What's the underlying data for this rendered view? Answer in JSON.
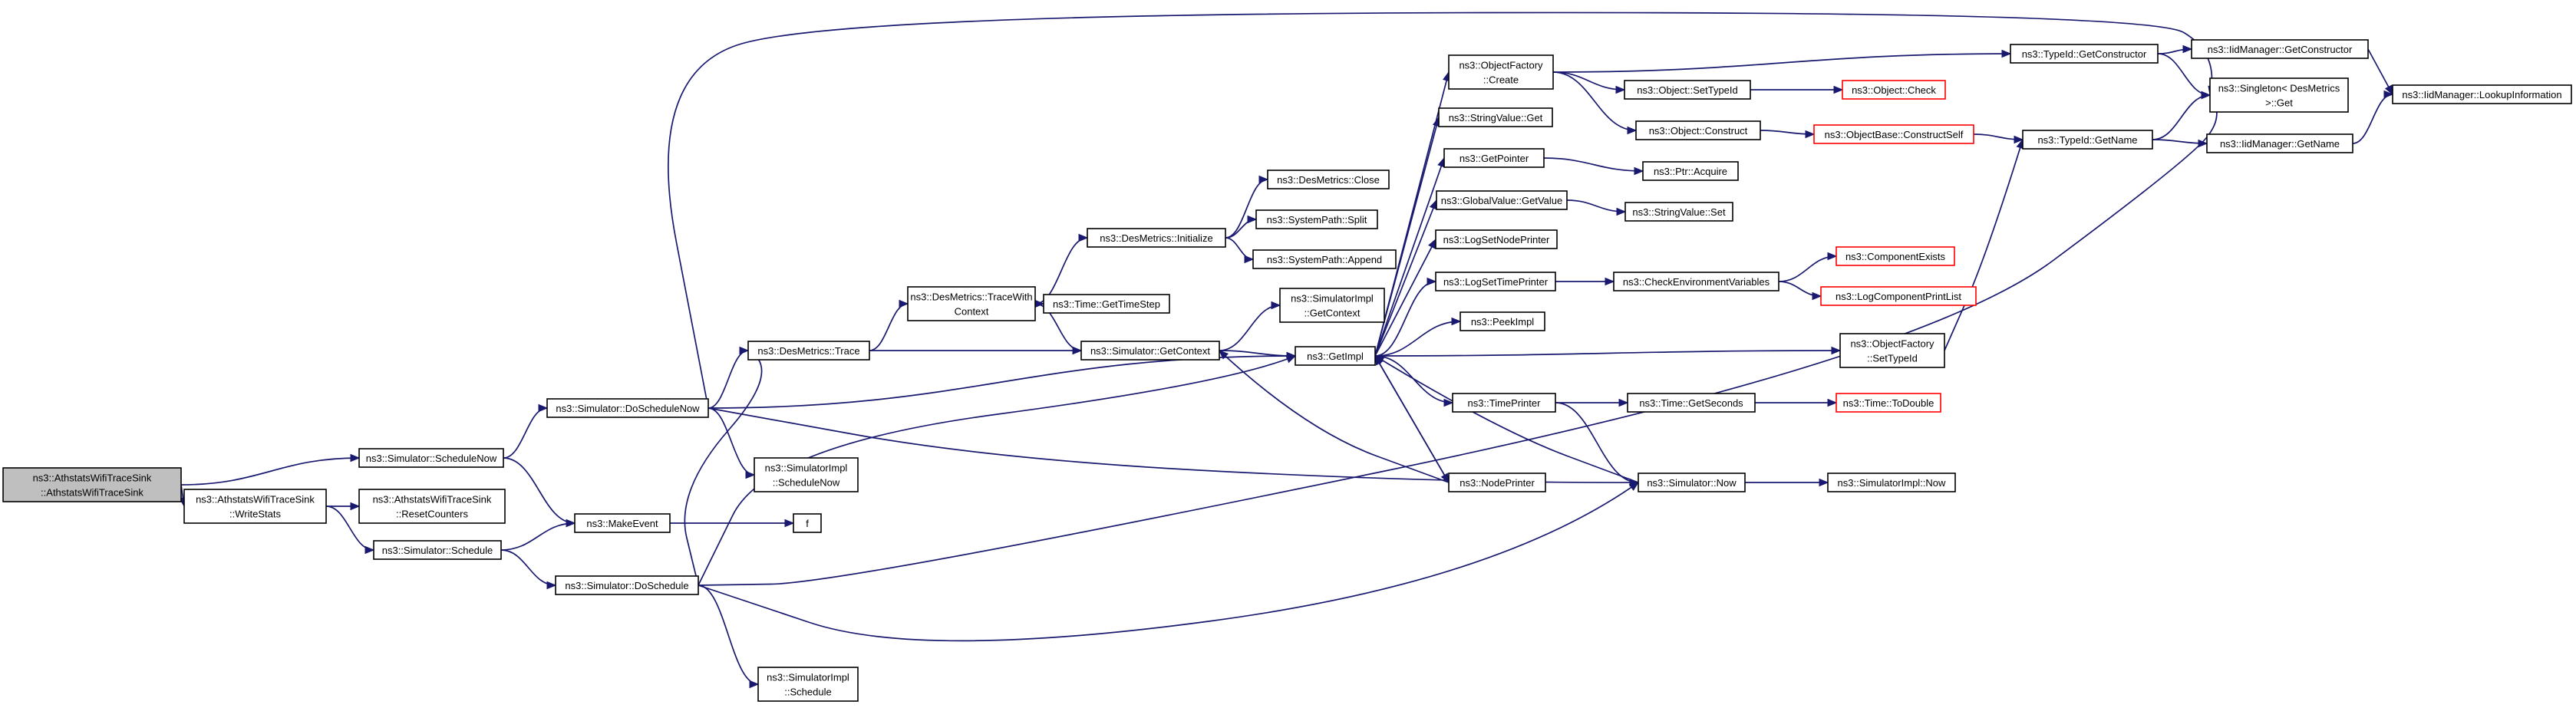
{
  "nodes": [
    {
      "id": "root",
      "lines": [
        "ns3::AthstatsWifiTraceSink",
        "::AthstatsWifiTraceSink"
      ],
      "style": "root"
    },
    {
      "id": "writestats",
      "lines": [
        "ns3::AthstatsWifiTraceSink",
        "::WriteStats"
      ],
      "style": "normal"
    },
    {
      "id": "schedulenow",
      "lines": [
        "ns3::Simulator::ScheduleNow"
      ],
      "style": "normal"
    },
    {
      "id": "resetcounters",
      "lines": [
        "ns3::AthstatsWifiTraceSink",
        "::ResetCounters"
      ],
      "style": "normal"
    },
    {
      "id": "schedule",
      "lines": [
        "ns3::Simulator::Schedule"
      ],
      "style": "normal"
    },
    {
      "id": "makeevent",
      "lines": [
        "ns3::MakeEvent"
      ],
      "style": "normal"
    },
    {
      "id": "f",
      "lines": [
        "f"
      ],
      "style": "normal"
    },
    {
      "id": "doschedulenow",
      "lines": [
        "ns3::Simulator::DoScheduleNow"
      ],
      "style": "normal"
    },
    {
      "id": "doschedule",
      "lines": [
        "ns3::Simulator::DoSchedule"
      ],
      "style": "normal"
    },
    {
      "id": "simimpl_schedulenow",
      "lines": [
        "ns3::SimulatorImpl",
        "::ScheduleNow"
      ],
      "style": "normal"
    },
    {
      "id": "simimpl_schedule",
      "lines": [
        "ns3::SimulatorImpl",
        "::Schedule"
      ],
      "style": "normal"
    },
    {
      "id": "desmetrics_trace",
      "lines": [
        "ns3::DesMetrics::Trace"
      ],
      "style": "normal"
    },
    {
      "id": "desmetrics_tracewith",
      "lines": [
        "ns3::DesMetrics::TraceWith",
        "Context"
      ],
      "style": "normal"
    },
    {
      "id": "getcontext",
      "lines": [
        "ns3::Simulator::GetContext"
      ],
      "style": "normal"
    },
    {
      "id": "gettimestep",
      "lines": [
        "ns3::Time::GetTimeStep"
      ],
      "style": "normal"
    },
    {
      "id": "desmetrics_initialize",
      "lines": [
        "ns3::DesMetrics::Initialize"
      ],
      "style": "normal"
    },
    {
      "id": "desmetrics_close",
      "lines": [
        "ns3::DesMetrics::Close"
      ],
      "style": "normal"
    },
    {
      "id": "systempath_split",
      "lines": [
        "ns3::SystemPath::Split"
      ],
      "style": "normal"
    },
    {
      "id": "systempath_append",
      "lines": [
        "ns3::SystemPath::Append"
      ],
      "style": "normal"
    },
    {
      "id": "simimpl_getcontext",
      "lines": [
        "ns3::SimulatorImpl",
        "::GetContext"
      ],
      "style": "normal"
    },
    {
      "id": "getimpl",
      "lines": [
        "ns3::GetImpl"
      ],
      "style": "normal"
    },
    {
      "id": "objectfactory_create",
      "lines": [
        "ns3::ObjectFactory",
        "::Create"
      ],
      "style": "normal"
    },
    {
      "id": "stringvalue_get",
      "lines": [
        "ns3::StringValue::Get"
      ],
      "style": "normal"
    },
    {
      "id": "getpointer",
      "lines": [
        "ns3::GetPointer"
      ],
      "style": "normal"
    },
    {
      "id": "globalvalue_getvalue",
      "lines": [
        "ns3::GlobalValue::GetValue"
      ],
      "style": "normal"
    },
    {
      "id": "logsetnodeprinter",
      "lines": [
        "ns3::LogSetNodePrinter"
      ],
      "style": "normal"
    },
    {
      "id": "logsettimeprinter",
      "lines": [
        "ns3::LogSetTimePrinter"
      ],
      "style": "normal"
    },
    {
      "id": "peekimpl",
      "lines": [
        "ns3::PeekImpl"
      ],
      "style": "normal"
    },
    {
      "id": "timeprinter",
      "lines": [
        "ns3::TimePrinter"
      ],
      "style": "normal"
    },
    {
      "id": "nodeprinter",
      "lines": [
        "ns3::NodePrinter"
      ],
      "style": "normal"
    },
    {
      "id": "simulator_now",
      "lines": [
        "ns3::Simulator::Now"
      ],
      "style": "normal"
    },
    {
      "id": "simimpl_now",
      "lines": [
        "ns3::SimulatorImpl::Now"
      ],
      "style": "normal"
    },
    {
      "id": "object_settypeid",
      "lines": [
        "ns3::Object::SetTypeId"
      ],
      "style": "normal"
    },
    {
      "id": "object_construct",
      "lines": [
        "ns3::Object::Construct"
      ],
      "style": "normal"
    },
    {
      "id": "object_check",
      "lines": [
        "ns3::Object::Check"
      ],
      "style": "red"
    },
    {
      "id": "objectbase_constructself",
      "lines": [
        "ns3::ObjectBase::ConstructSelf"
      ],
      "style": "red"
    },
    {
      "id": "ptr_acquire",
      "lines": [
        "ns3::Ptr::Acquire"
      ],
      "style": "normal"
    },
    {
      "id": "stringvalue_set",
      "lines": [
        "ns3::StringValue::Set"
      ],
      "style": "normal"
    },
    {
      "id": "checkenv",
      "lines": [
        "ns3::CheckEnvironmentVariables"
      ],
      "style": "normal"
    },
    {
      "id": "componentexists",
      "lines": [
        "ns3::ComponentExists"
      ],
      "style": "red"
    },
    {
      "id": "logcomponentprintlist",
      "lines": [
        "ns3::LogComponentPrintList"
      ],
      "style": "red"
    },
    {
      "id": "time_getseconds",
      "lines": [
        "ns3::Time::GetSeconds"
      ],
      "style": "normal"
    },
    {
      "id": "time_todouble",
      "lines": [
        "ns3::Time::ToDouble"
      ],
      "style": "red"
    },
    {
      "id": "typeid_getconstructor",
      "lines": [
        "ns3::TypeId::GetConstructor"
      ],
      "style": "normal"
    },
    {
      "id": "typeid_getname",
      "lines": [
        "ns3::TypeId::GetName"
      ],
      "style": "normal"
    },
    {
      "id": "objectfactory_settypeid",
      "lines": [
        "ns3::ObjectFactory",
        "::SetTypeId"
      ],
      "style": "normal"
    },
    {
      "id": "singleton_get",
      "lines": [
        "ns3::Singleton< DesMetrics",
        ">::Get"
      ],
      "style": "normal"
    },
    {
      "id": "iidmanager_getconstructor",
      "lines": [
        "ns3::IidManager::GetConstructor"
      ],
      "style": "normal"
    },
    {
      "id": "iidmanager_getname",
      "lines": [
        "ns3::IidManager::GetName"
      ],
      "style": "normal"
    },
    {
      "id": "iidmanager_lookupinformation",
      "lines": [
        "ns3::IidManager::LookupInformation"
      ],
      "style": "normal"
    }
  ],
  "edges": [
    [
      "root",
      "schedulenow"
    ],
    [
      "root",
      "writestats"
    ],
    [
      "writestats",
      "resetcounters"
    ],
    [
      "writestats",
      "schedule"
    ],
    [
      "schedulenow",
      "doschedulenow"
    ],
    [
      "schedulenow",
      "makeevent"
    ],
    [
      "schedule",
      "makeevent"
    ],
    [
      "schedule",
      "doschedule"
    ],
    [
      "makeevent",
      "f"
    ],
    [
      "doschedulenow",
      "singleton_get"
    ],
    [
      "doschedulenow",
      "desmetrics_trace"
    ],
    [
      "doschedulenow",
      "getimpl"
    ],
    [
      "doschedulenow",
      "simimpl_schedulenow"
    ],
    [
      "doschedulenow",
      "simulator_now"
    ],
    [
      "doschedule",
      "desmetrics_trace"
    ],
    [
      "doschedule",
      "getimpl"
    ],
    [
      "doschedule",
      "simulator_now"
    ],
    [
      "doschedule",
      "singleton_get"
    ],
    [
      "doschedule",
      "simimpl_schedule"
    ],
    [
      "desmetrics_trace",
      "desmetrics_tracewith"
    ],
    [
      "desmetrics_trace",
      "getcontext"
    ],
    [
      "desmetrics_tracewith",
      "desmetrics_initialize"
    ],
    [
      "desmetrics_tracewith",
      "gettimestep"
    ],
    [
      "desmetrics_tracewith",
      "getcontext"
    ],
    [
      "desmetrics_initialize",
      "desmetrics_close"
    ],
    [
      "desmetrics_initialize",
      "systempath_split"
    ],
    [
      "desmetrics_initialize",
      "systempath_append"
    ],
    [
      "getcontext",
      "simimpl_getcontext"
    ],
    [
      "getcontext",
      "getimpl"
    ],
    [
      "getimpl",
      "objectfactory_create"
    ],
    [
      "getimpl",
      "stringvalue_get"
    ],
    [
      "getimpl",
      "getpointer"
    ],
    [
      "getimpl",
      "globalvalue_getvalue"
    ],
    [
      "getimpl",
      "logsetnodeprinter"
    ],
    [
      "getimpl",
      "logsettimeprinter"
    ],
    [
      "getimpl",
      "peekimpl"
    ],
    [
      "getimpl",
      "timeprinter"
    ],
    [
      "getimpl",
      "nodeprinter"
    ],
    [
      "getimpl",
      "objectfactory_settypeid"
    ],
    [
      "objectfactory_create",
      "typeid_getconstructor"
    ],
    [
      "objectfactory_create",
      "object_settypeid"
    ],
    [
      "objectfactory_create",
      "object_construct"
    ],
    [
      "object_settypeid",
      "object_check"
    ],
    [
      "object_construct",
      "objectbase_constructself"
    ],
    [
      "objectbase_constructself",
      "typeid_getname"
    ],
    [
      "getpointer",
      "ptr_acquire"
    ],
    [
      "globalvalue_getvalue",
      "stringvalue_set"
    ],
    [
      "logsettimeprinter",
      "checkenv"
    ],
    [
      "checkenv",
      "componentexists"
    ],
    [
      "checkenv",
      "logcomponentprintlist"
    ],
    [
      "timeprinter",
      "time_getseconds"
    ],
    [
      "timeprinter",
      "simulator_now"
    ],
    [
      "time_getseconds",
      "time_todouble"
    ],
    [
      "nodeprinter",
      "getcontext"
    ],
    [
      "nodeprinter",
      "getimpl"
    ],
    [
      "simulator_now",
      "getimpl"
    ],
    [
      "simulator_now",
      "simimpl_now"
    ],
    [
      "objectfactory_settypeid",
      "typeid_getname"
    ],
    [
      "typeid_getconstructor",
      "iidmanager_getconstructor"
    ],
    [
      "typeid_getconstructor",
      "singleton_get"
    ],
    [
      "typeid_getname",
      "singleton_get"
    ],
    [
      "typeid_getname",
      "iidmanager_getname"
    ],
    [
      "iidmanager_getconstructor",
      "iidmanager_lookupinformation"
    ],
    [
      "iidmanager_getname",
      "iidmanager_lookupinformation"
    ]
  ],
  "colors": {
    "edge": "#191970",
    "root_fill": "#bfbfbf",
    "node_border": "#000000",
    "missing_border": "#ff0000"
  }
}
